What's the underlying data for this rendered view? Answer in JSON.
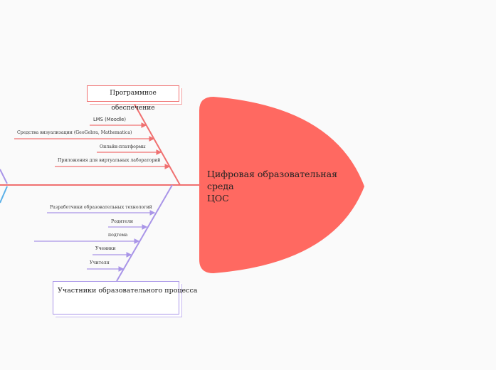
{
  "diagram": {
    "head_lines": [
      "Цифровая образовательная",
      "среда",
      "ЦОС"
    ],
    "colors": {
      "head": "#ff6961",
      "spine": "#f07070",
      "category_red": "#f07070",
      "category_purple": "#a995e8",
      "offscreen_blue": "#5ab0e8"
    },
    "categories": [
      {
        "label": "Программное обеспечение",
        "color": "category_red",
        "items": [
          "LMS (Moodle)",
          "Средства визуализации (GeoGebra, Mathematica)",
          "Онлайн-платформы",
          "Приложения для виртуальных лабораторий"
        ]
      },
      {
        "label": "Участники образовательного процесса",
        "color": "category_purple",
        "items": [
          "Разработчики образовательных технологий",
          "Родители",
          "подтема",
          "Ученики",
          "Учителя"
        ]
      }
    ]
  }
}
